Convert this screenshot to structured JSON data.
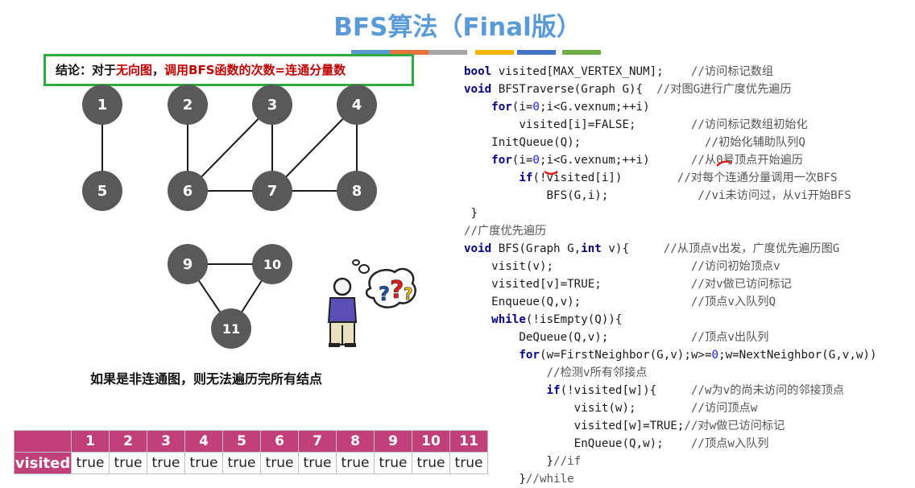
{
  "title": "BFS算法（Final版）",
  "colors": {
    "title": "#5b9bd5",
    "node_fill": "#595959",
    "conclusion_border": "#2eaa3e",
    "highlight_red": "#c00000",
    "table_header": "#c2407a",
    "code_keyword": "#00008b",
    "underline_mark": "#e02020"
  },
  "stripe_colors": [
    "#5b9bd5",
    "#e8743b",
    "#a6a6a6",
    "#f4b400",
    "#4472c4",
    "#70ad47"
  ],
  "conclusion": {
    "prefix": "结论：对于",
    "highlight1": "无向图",
    "middle": "，",
    "highlight2": "调用BFS函数的次数=连通分量数"
  },
  "graph": {
    "nodes": [
      {
        "id": "1",
        "label": "1"
      },
      {
        "id": "2",
        "label": "2"
      },
      {
        "id": "3",
        "label": "3"
      },
      {
        "id": "4",
        "label": "4"
      },
      {
        "id": "5",
        "label": "5"
      },
      {
        "id": "6",
        "label": "6"
      },
      {
        "id": "7",
        "label": "7"
      },
      {
        "id": "8",
        "label": "8"
      },
      {
        "id": "9",
        "label": "9"
      },
      {
        "id": "10",
        "label": "10"
      },
      {
        "id": "11",
        "label": "11"
      }
    ],
    "edges": [
      [
        "1",
        "5"
      ],
      [
        "2",
        "6"
      ],
      [
        "3",
        "6"
      ],
      [
        "3",
        "7"
      ],
      [
        "4",
        "7"
      ],
      [
        "4",
        "8"
      ],
      [
        "6",
        "7"
      ],
      [
        "7",
        "8"
      ],
      [
        "9",
        "10"
      ],
      [
        "9",
        "11"
      ],
      [
        "10",
        "11"
      ]
    ]
  },
  "caption": "如果是非连通图，则无法遍历完所有结点",
  "thinking_icon": "person-with-question-marks",
  "visited_table": {
    "row_label": "visited",
    "headers": [
      "1",
      "2",
      "3",
      "4",
      "5",
      "6",
      "7",
      "8",
      "9",
      "10",
      "11"
    ],
    "values": [
      "true",
      "true",
      "true",
      "true",
      "true",
      "true",
      "true",
      "true",
      "true",
      "true",
      "true"
    ]
  },
  "code": {
    "lines": [
      [
        {
          "k": "kw",
          "v": "bool"
        },
        {
          "v": " visited[MAX_VERTEX_NUM];    "
        },
        {
          "k": "cm",
          "v": "//访问标记数组"
        }
      ],
      [
        {
          "k": "kw",
          "v": "void"
        },
        {
          "v": " BFSTraverse(Graph G){  "
        },
        {
          "k": "cm",
          "v": "//对图G进行广度优先遍历"
        }
      ],
      [
        {
          "v": "    "
        },
        {
          "k": "kw",
          "v": "for"
        },
        {
          "v": "(i="
        },
        {
          "k": "num",
          "v": "0"
        },
        {
          "v": ";i<G.vexnum;++i)"
        }
      ],
      [
        {
          "v": "        visited[i]=FALSE;        "
        },
        {
          "k": "cm",
          "v": "//访问标记数组初始化"
        }
      ],
      [
        {
          "v": "    InitQueue(Q);                  "
        },
        {
          "k": "cm",
          "v": "//初始化辅助队列Q"
        }
      ],
      [
        {
          "v": "    "
        },
        {
          "k": "kw",
          "v": "for"
        },
        {
          "v": "(i="
        },
        {
          "k": "num",
          "v": "0"
        },
        {
          "v": ";i<G.vexnum;++i)      "
        },
        {
          "k": "cm",
          "v": "//从0号顶点开始遍历"
        }
      ],
      [
        {
          "v": "        "
        },
        {
          "k": "kw",
          "v": "if"
        },
        {
          "v": "(!visited[i])        "
        },
        {
          "k": "cm",
          "v": "//对每个连通分量调用一次BFS"
        }
      ],
      [
        {
          "v": "            BFS(G,i);             "
        },
        {
          "k": "cm",
          "v": "//vi未访问过，从vi开始BFS"
        }
      ],
      [
        {
          "v": " }"
        }
      ],
      [
        {
          "k": "cm",
          "v": "//广度优先遍历"
        }
      ],
      [
        {
          "k": "kw",
          "v": "void"
        },
        {
          "v": " BFS(Graph G,"
        },
        {
          "k": "kw",
          "v": "int"
        },
        {
          "v": " v){     "
        },
        {
          "k": "cm",
          "v": "//从顶点v出发，广度优先遍历图G"
        }
      ],
      [
        {
          "v": "    visit(v);                    "
        },
        {
          "k": "cm",
          "v": "//访问初始顶点v"
        }
      ],
      [
        {
          "v": "    visited[v]=TRUE;             "
        },
        {
          "k": "cm",
          "v": "//对v做已访问标记"
        }
      ],
      [
        {
          "v": "    Enqueue(Q,v);                "
        },
        {
          "k": "cm",
          "v": "//顶点v入队列Q"
        }
      ],
      [
        {
          "v": "    "
        },
        {
          "k": "kw",
          "v": "while"
        },
        {
          "v": "(!isEmpty(Q)){"
        }
      ],
      [
        {
          "v": "        DeQueue(Q,v);            "
        },
        {
          "k": "cm",
          "v": "//顶点v出队列"
        }
      ],
      [
        {
          "v": "        "
        },
        {
          "k": "kw",
          "v": "for"
        },
        {
          "v": "(w=FirstNeighbor(G,v);w>="
        },
        {
          "k": "num",
          "v": "0"
        },
        {
          "v": ";w=NextNeighbor(G,v,w))"
        }
      ],
      [
        {
          "v": "            "
        },
        {
          "k": "cm",
          "v": "//检测v所有邻接点"
        }
      ],
      [
        {
          "v": "            "
        },
        {
          "k": "kw",
          "v": "if"
        },
        {
          "v": "(!visited[w]){     "
        },
        {
          "k": "cm",
          "v": "//w为v的尚未访问的邻接顶点"
        }
      ],
      [
        {
          "v": "                visit(w);        "
        },
        {
          "k": "cm",
          "v": "//访问顶点w"
        }
      ],
      [
        {
          "v": "                visited[w]=TRUE;"
        },
        {
          "k": "cm",
          "v": "//对w做已访问标记"
        }
      ],
      [
        {
          "v": "                EnQueue(Q,w);    "
        },
        {
          "k": "cm",
          "v": "//顶点w入队列"
        }
      ],
      [
        {
          "v": "            }"
        },
        {
          "k": "cm",
          "v": "//if"
        }
      ],
      [
        {
          "v": "        }"
        },
        {
          "k": "cm",
          "v": "//while"
        }
      ]
    ]
  }
}
